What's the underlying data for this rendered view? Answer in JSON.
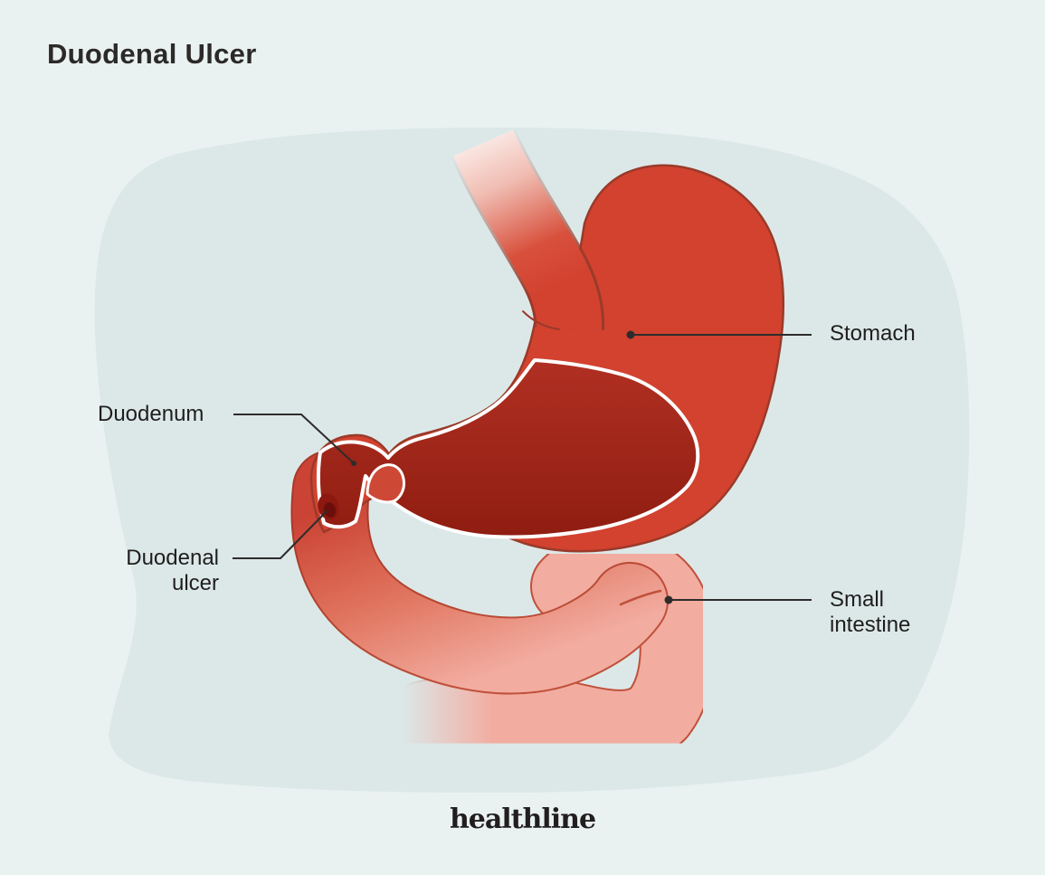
{
  "title": "Duodenal Ulcer",
  "brand": {
    "logo_text": "healthline"
  },
  "diagram": {
    "type": "anatomical-illustration",
    "subject": "stomach and duodenum cutaway showing a duodenal ulcer",
    "labels": {
      "stomach": {
        "text": "Stomach"
      },
      "duodenum": {
        "text": "Duodenum"
      },
      "duodenal_ulcer": {
        "line1": "Duodenal",
        "line2": "ulcer"
      },
      "small_intestine": {
        "line1": "Small",
        "line2": "intestine"
      }
    },
    "colors": {
      "background": "#eaf1f1",
      "torso_silhouette": "#dce8e8",
      "stomach_red": "#d2422f",
      "stomach_outline": "#9a3a2a",
      "stomach_interior_dark": "#9c2115",
      "cutaway_rim": "#ffffff",
      "intestine_pink": "#f2aca0",
      "intestine_outline": "#c0503a",
      "ulcer_dark": "#8c1810",
      "ulcer_core": "#6b0e09",
      "leader_line": "#2e2c2b",
      "text": "#1f1e1d"
    }
  }
}
